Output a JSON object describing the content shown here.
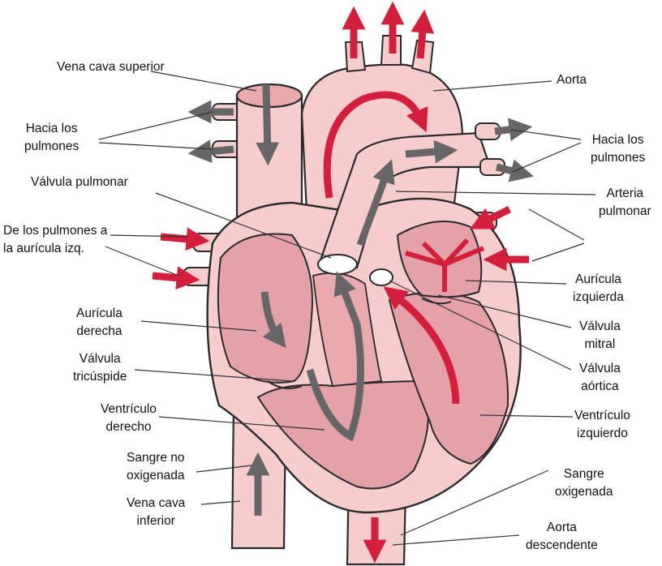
{
  "diagram": {
    "colors": {
      "outline": "#2a2a2a",
      "tissue": "#f6cdcd",
      "tissue_dark": "#e9a9ad",
      "chamber": "#e4a2a8",
      "oxygenated_arrow": "#d41f3c",
      "deoxygenated_arrow": "#666666",
      "leader_line": "#333333"
    },
    "labels": {
      "vena_cava_superior": "Vena cava superior",
      "hacia_pulmones_left": "Hacia los\npulmones",
      "valvula_pulmonar": "Válvula pulmonar",
      "de_los_pulmones": "De los pulmones a\nla aurícula izq.",
      "auricula_derecha": "Aurícula\nderecha",
      "valvula_tricuspide": "Válvula\ntricúspide",
      "ventriculo_derecho": "Ventrículo\nderecho",
      "sangre_no_oxigenada": "Sangre no\noxigenada",
      "vena_cava_inferior": "Vena cava\ninferior",
      "aorta": "Aorta",
      "hacia_pulmones_right": "Hacia los\npulmones",
      "arteria_pulmonar": "Arteria\npulmonar",
      "auricula_izquierda": "Aurícula\nizquierda",
      "valvula_mitral": "Válvula\nmitral",
      "valvula_aortica": "Válvula\naórtica",
      "ventriculo_izquierdo": "Ventrículo\nizquierdo",
      "sangre_oxigenada": "Sangre\noxigenada",
      "aorta_descendente": "Aorta\ndescendente"
    }
  }
}
